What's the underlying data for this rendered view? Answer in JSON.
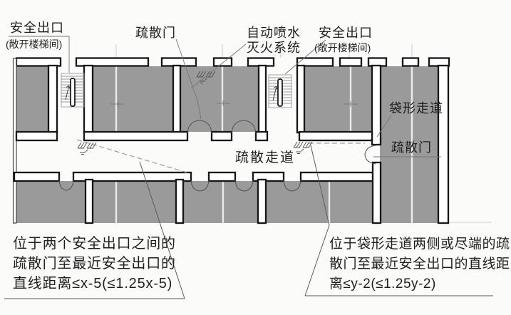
{
  "drawing": {
    "title_domain": "建筑疏散距离示意图",
    "colors": {
      "room_fill": "#9a9a9a",
      "wall_stroke": "#161616",
      "background": "#fbfbfa",
      "leader": "#767676",
      "dashed_path": "#9b9b9b",
      "text": "#1f1f1f"
    },
    "labels": {
      "exit_left": {
        "title": "安全出口",
        "subtitle": "(敞开楼梯间)"
      },
      "door_top": {
        "text": "疏散门"
      },
      "sprinkler": {
        "line1": "自动喷水",
        "line2": "灭火系统"
      },
      "exit_right": {
        "title": "安全出口",
        "subtitle": "(敞开楼梯间)"
      },
      "dead_end_corridor": {
        "text": "袋形走道"
      },
      "door_right": {
        "text": "疏散门"
      },
      "corridor": {
        "text": "疏散走道"
      }
    },
    "annotations": {
      "between_exits": {
        "lines": [
          "位于两个安全出口之间的",
          "疏散门至最近安全出口的",
          "直线距离≤x-5(≤1.25x-5)"
        ]
      },
      "dead_end": {
        "lines": [
          "位于袋形走道两侧或尽端的疏",
          "散门至最近安全出口的直线距",
          "离≤y-2(≤1.25y-2)"
        ]
      }
    },
    "symbols": {
      "stairwell": "stair-flight-symbol",
      "sprinkler": "sprinkler-hatch-symbol",
      "door": "double-swing-door-symbol",
      "travel_path": "dashed-travel-path"
    }
  }
}
